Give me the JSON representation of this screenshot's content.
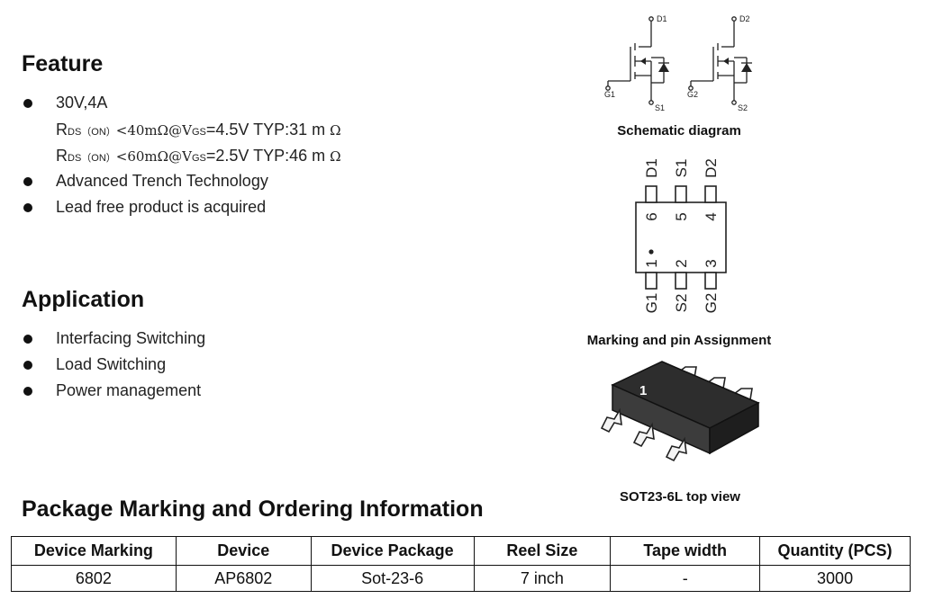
{
  "feature": {
    "heading": "Feature",
    "item1": "30V,4A",
    "rds1": {
      "R": "R",
      "sub": "DS（ON）",
      "lt": "<40m",
      "ohm": "Ω",
      "at": "@V",
      "gs": "GS",
      "tail": "=4.5V TYP:31 m",
      "ohm2": "Ω"
    },
    "rds2": {
      "R": "R",
      "sub": "DS（ON）",
      "lt": "<60m",
      "ohm": "Ω",
      "at": "@V",
      "gs": "GS",
      "tail": "=2.5V TYP:46 m",
      "ohm2": "Ω"
    },
    "item2": "Advanced Trench Technology",
    "item3": "Lead free product is acquired"
  },
  "application": {
    "heading": "Application",
    "items": [
      "Interfacing Switching",
      "Load Switching",
      "Power management"
    ]
  },
  "package": {
    "heading": "Package Marking and Ordering Information"
  },
  "figures": {
    "schematic": {
      "caption": "Schematic diagram",
      "labels": {
        "d1": "D1",
        "d2": "D2",
        "s1": "S1",
        "s2": "S2",
        "g1": "G1",
        "g2": "G2"
      }
    },
    "pinout": {
      "caption": "Marking and pin Assignment",
      "top_pins": [
        "D1",
        "S1",
        "D2"
      ],
      "top_nums": [
        "6",
        "5",
        "4"
      ],
      "bottom_nums": [
        "1",
        "2",
        "3"
      ],
      "bottom_pins": [
        "G1",
        "S2",
        "G2"
      ]
    },
    "package_view": {
      "caption": "SOT23-6L top view",
      "mark": "1"
    }
  },
  "table": {
    "headers": [
      "Device Marking",
      "Device",
      "Device Package",
      "Reel Size",
      "Tape width",
      "Quantity (PCS)"
    ],
    "rows": [
      [
        "6802",
        "AP6802",
        "Sot-23-6",
        "7 inch",
        "-",
        "3000"
      ]
    ]
  }
}
